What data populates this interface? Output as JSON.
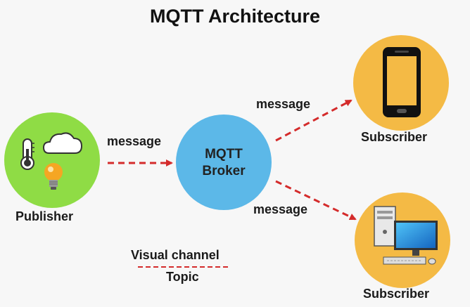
{
  "title": "MQTT Architecture",
  "publisher": {
    "label": "Publisher",
    "icons": [
      "thermometer-icon",
      "cloud-icon",
      "light-bulb-icon"
    ]
  },
  "broker": {
    "line1": "MQTT",
    "line2": "Broker"
  },
  "subscribers": [
    {
      "label": "Subscriber",
      "icon": "smartphone-icon"
    },
    {
      "label": "Subscriber",
      "icon": "desktop-computer-icon"
    }
  ],
  "arrows": {
    "publisher_to_broker": "message",
    "broker_to_subscriber_top": "message",
    "broker_to_subscriber_bottom": "message"
  },
  "legend": {
    "line_label": "Visual channel",
    "topic_label": "Topic"
  },
  "colors": {
    "publisher_circle": "#8fdc45",
    "broker_circle": "#5cb8e8",
    "subscriber_circle": "#f4ba45",
    "arrow": "#d42b2b"
  }
}
